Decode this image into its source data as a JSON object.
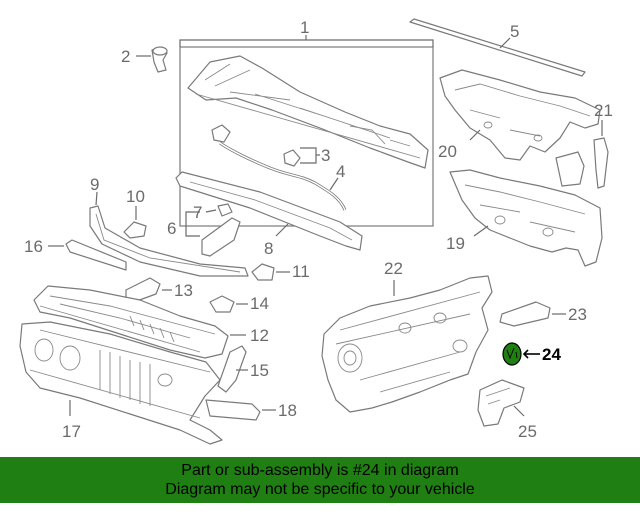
{
  "diagram": {
    "callouts": {
      "c1": "1",
      "c2": "2",
      "c3": "3",
      "c4": "4",
      "c5": "5",
      "c6": "6",
      "c7": "7",
      "c8": "8",
      "c9": "9",
      "c10": "10",
      "c11": "11",
      "c12": "12",
      "c13": "13",
      "c14": "14",
      "c15": "15",
      "c16": "16",
      "c17": "17",
      "c18": "18",
      "c19": "19",
      "c20": "20",
      "c21": "21",
      "c22": "22",
      "c23": "23",
      "c24": "24",
      "c25": "25"
    },
    "highlighted_part": "24",
    "highlight_color": "#1f7f12"
  },
  "banner": {
    "line1": "Part or sub-assembly is #24 in diagram",
    "line2": "Diagram may not be specific to your vehicle",
    "background": "#1f7f12"
  }
}
